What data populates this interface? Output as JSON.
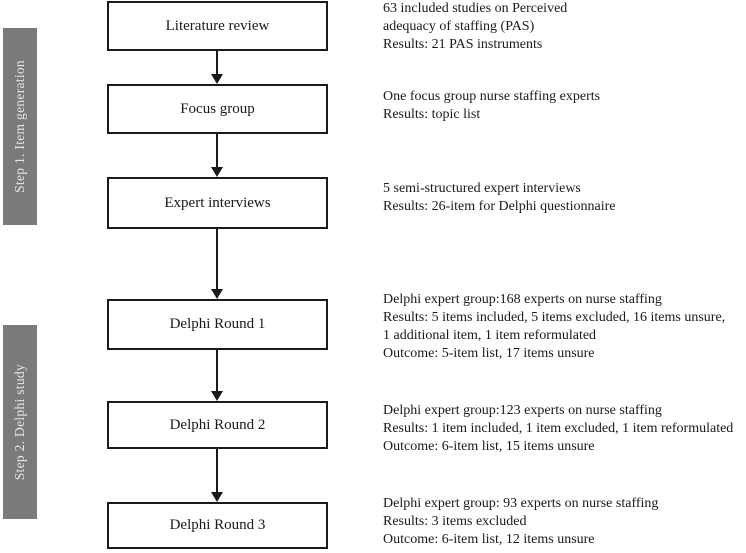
{
  "colors": {
    "background": "#ffffff",
    "sidebar_bg": "#7a7a7a",
    "sidebar_text": "#e6e6e6",
    "box_bg": "#ffffff",
    "box_border": "#1a1a1a",
    "arrow": "#1a1a1a",
    "text": "#1a1a1a"
  },
  "sidebars": [
    {
      "label": "Step 1. Item generation"
    },
    {
      "label": "Step 2. Delphi study"
    }
  ],
  "nodes": [
    {
      "label": "Literature review",
      "annotation": [
        "63 included studies on Perceived",
        "adequacy of staffing (PAS)",
        "Results: 21 PAS instruments"
      ]
    },
    {
      "label": "Focus group",
      "annotation": [
        "One focus group nurse staffing experts",
        "Results: topic list"
      ]
    },
    {
      "label": "Expert interviews",
      "annotation": [
        "5 semi-structured expert interviews",
        "Results: 26-item for Delphi questionnaire"
      ]
    },
    {
      "label": "Delphi Round 1",
      "annotation": [
        "Delphi expert group:168 experts on nurse staffing",
        "Results: 5 items included, 5 items excluded, 16 items unsure,",
        "1 additional item, 1 item reformulated",
        "Outcome: 5-item list, 17 items unsure"
      ]
    },
    {
      "label": "Delphi Round 2",
      "annotation": [
        "Delphi expert group:123 experts on nurse staffing",
        "Results: 1 item included, 1 item excluded, 1 item reformulated",
        "Outcome: 6-item list, 15 items unsure"
      ]
    },
    {
      "label": "Delphi Round 3",
      "annotation": [
        "Delphi expert group: 93 experts on nurse staffing",
        "Results: 3 items excluded",
        "Outcome: 6-item list, 12 items unsure"
      ]
    }
  ]
}
